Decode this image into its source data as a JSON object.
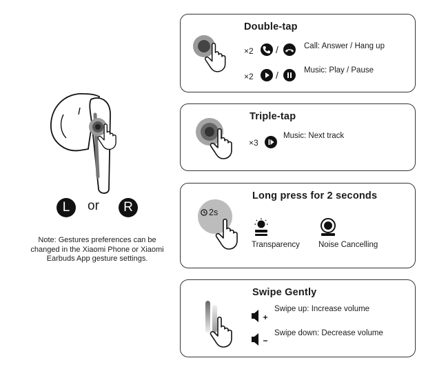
{
  "left_panel": {
    "left_label": "L",
    "or_label": "or",
    "right_label": "R",
    "note": "Note: Gestures preferences can be changed in the Xiaomi Phone or Xiaomi Earbuds App gesture settings."
  },
  "double_tap": {
    "title": "Double-tap",
    "row1_count": "×2",
    "row1_text": "Call: Answer / Hang up",
    "row2_count": "×2",
    "row2_text": "Music: Play / Pause"
  },
  "triple_tap": {
    "title": "Triple-tap",
    "count": "×3",
    "text": "Music: Next track"
  },
  "long_press": {
    "title": "Long press for 2 seconds",
    "timer_label": "2s",
    "option1": "Transparency",
    "option2": "Noise Cancelling"
  },
  "swipe": {
    "title": "Swipe Gently",
    "up_text": "Swipe up: Increase volume",
    "down_text": "Swipe down: Decrease volume"
  },
  "icons": {
    "call_answer": "phone-answer-icon",
    "call_hangup": "phone-hangup-icon",
    "play": "play-icon",
    "pause": "pause-icon",
    "next": "next-track-icon",
    "transparency": "transparency-mode-icon",
    "noise_cancelling": "noise-cancelling-icon",
    "volume_up": "volume-up-icon",
    "volume_down": "volume-down-icon",
    "finger": "finger-tap-icon"
  }
}
